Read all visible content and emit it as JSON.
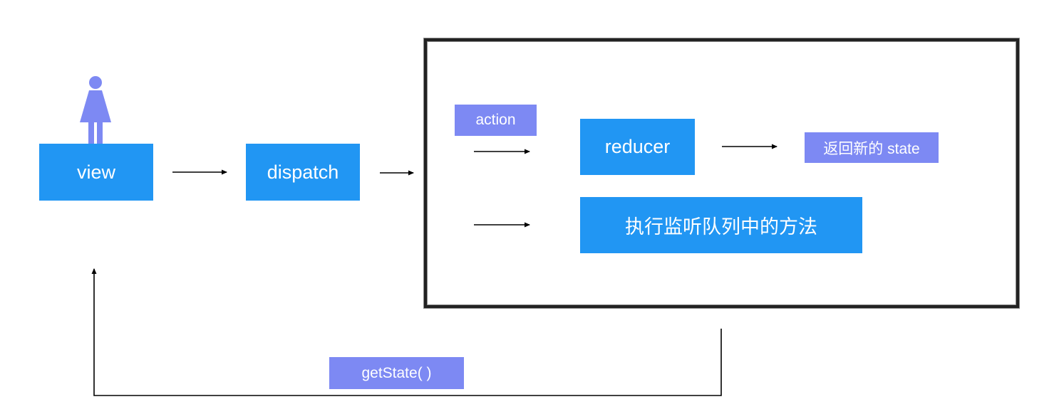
{
  "diagram": {
    "view_label": "view",
    "dispatch_label": "dispatch",
    "action_label": "action",
    "reducer_label": "reducer",
    "new_state_label": "返回新的 state",
    "listeners_label": "执行监听队列中的方法",
    "getstate_label": "getState( )"
  },
  "colors": {
    "node_blue": "#2196f3",
    "tag_purple": "#7d89f3",
    "person_icon": "#7d89f3",
    "arrow": "#000000",
    "frame": "#222222"
  },
  "icons": [
    "person-icon"
  ]
}
